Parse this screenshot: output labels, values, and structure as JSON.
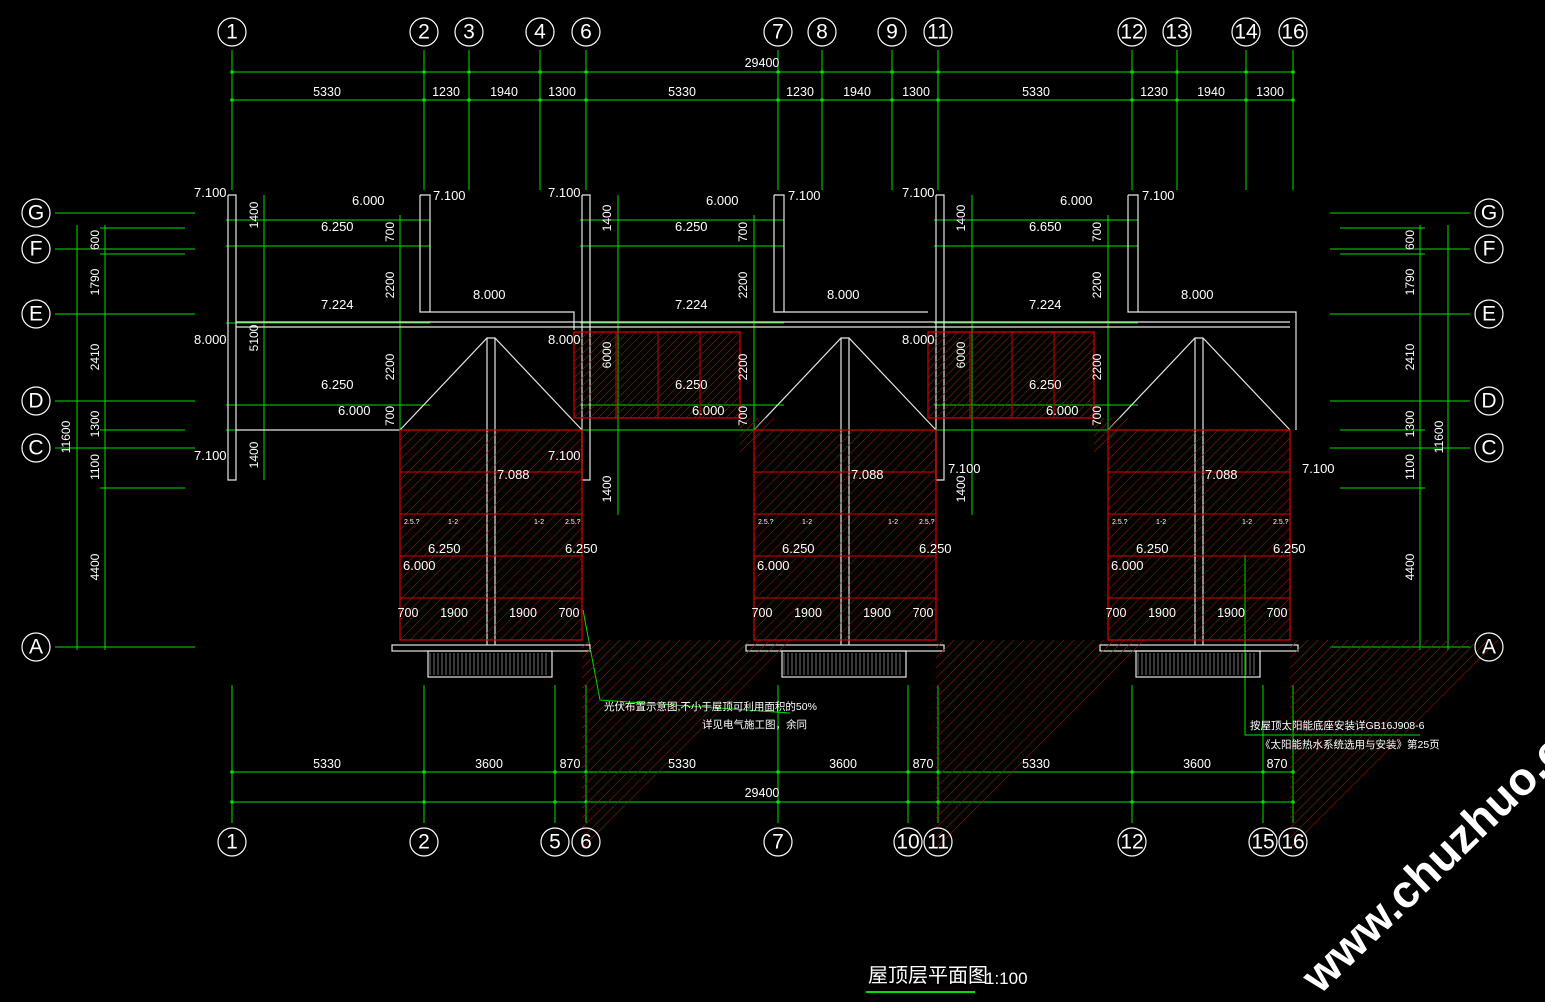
{
  "drawing": {
    "title": "屋顶层平面图",
    "scale": "1:100",
    "watermark": "www.chuzhuo.com",
    "colors": {
      "background": "#000000",
      "dimension": "#00e000",
      "outline": "#e6e6e6",
      "pv_panel": "#e00000",
      "text": "#ffffff"
    },
    "axes_top": [
      "1",
      "2",
      "3",
      "4",
      "6",
      "7",
      "8",
      "9",
      "11",
      "12",
      "13",
      "14",
      "16"
    ],
    "axes_bottom": [
      "1",
      "2",
      "5",
      "6",
      "7",
      "10",
      "11",
      "12",
      "15",
      "16"
    ],
    "axes_left": [
      "G",
      "F",
      "E",
      "D",
      "C",
      "A"
    ],
    "axes_right": [
      "G",
      "F",
      "E",
      "D",
      "C",
      "A"
    ],
    "dims_top_total": "29400",
    "dims_top": [
      "5330",
      "1230",
      "1940",
      "1300",
      "5330",
      "1230",
      "1940",
      "1300",
      "5330",
      "1230",
      "1940",
      "1300"
    ],
    "dims_bottom": [
      "5330",
      "3600",
      "870",
      "5330",
      "3600",
      "870",
      "5330",
      "3600",
      "870"
    ],
    "dims_bottom_total": "29400",
    "dims_left_outer": "11600",
    "dims_left": [
      "600",
      "1790",
      "2410",
      "1300",
      "1100",
      "4400"
    ],
    "dims_right_outer": "11600",
    "dims_right": [
      "600",
      "1790",
      "2410",
      "1300",
      "1100",
      "4400"
    ],
    "dims_wall_v": [
      "1400",
      "700",
      "2200",
      "2200",
      "700",
      "1400",
      "5100",
      "6000",
      "1400"
    ],
    "dims_unit_bottom": [
      "700",
      "1900",
      "1900",
      "700"
    ],
    "levels": [
      "7.100",
      "6.000",
      "6.250",
      "6.650",
      "8.000",
      "7.224",
      "6.250",
      "6.000",
      "7.088",
      "6.250",
      "6.000"
    ],
    "slope_labels": [
      "2.5.?",
      "1-2"
    ],
    "notes": {
      "pv": "光伏布置示意图,不小于屋顶可利用面积的50%",
      "pv_ref": "详见电气施工图，余同",
      "solar": "按屋顶太阳能底座安装详GB16J908-6",
      "solar_ref": "《太阳能热水系统选用与安装》第25页"
    }
  }
}
